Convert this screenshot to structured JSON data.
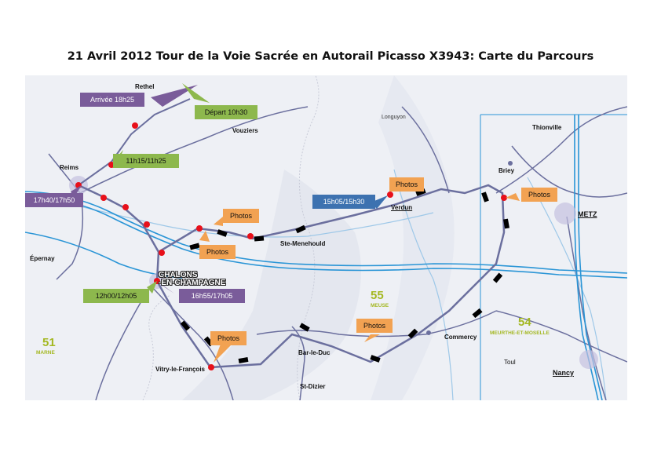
{
  "title": "21 Avril 2012 Tour de la Voie Sacrée en Autorail Picasso X3943: Carte du Parcours",
  "boxes": {
    "arrivee": "Arrivée 18h25",
    "depart": "Départ 10h30",
    "reims_time": "11h15/11h25",
    "reims_return": "17h40/17h50",
    "chalons_out": "12h00/12h05",
    "chalons_in": "16h55/17h05",
    "verdun": "15h05/15h30",
    "photos": "Photos"
  },
  "places": {
    "rethel": "Rethel",
    "vouziers": "Vouziers",
    "reims": "Reims",
    "epernay": "Épernay",
    "chalons": "CHALONS-EN-CHAMPAGNE",
    "chalons_l1": "CHALONS",
    "chalons_l2": "-EN-CHAMPAGNE",
    "ste_menehould": "Ste-Menehould",
    "verdun": "Verdun",
    "bar_le_duc": "Bar-le-Duc",
    "vitry": "Vitry-le-François",
    "st_dizier": "St-Dizier",
    "commercy": "Commercy",
    "toul": "Toul",
    "nancy": "Nancy",
    "metz": "METZ",
    "briey": "Briey",
    "thionville": "Thionville",
    "longuyon": "Longuyon"
  },
  "departments": [
    {
      "num": "51",
      "name": "MARNE"
    },
    {
      "num": "55",
      "name": "MEUSE"
    },
    {
      "num": "54",
      "name": "MEURTHE-ET-MOSELLE"
    }
  ],
  "colors": {
    "route": "#000000",
    "station": "#e8101a",
    "motorway": "#2a95d6",
    "road": "#6b6f9e",
    "green_box": "#8db84d",
    "purple_box": "#7a5c9a",
    "blue_box": "#3d72b0",
    "orange_box": "#f2a252",
    "dept_text": "#a4b822"
  }
}
